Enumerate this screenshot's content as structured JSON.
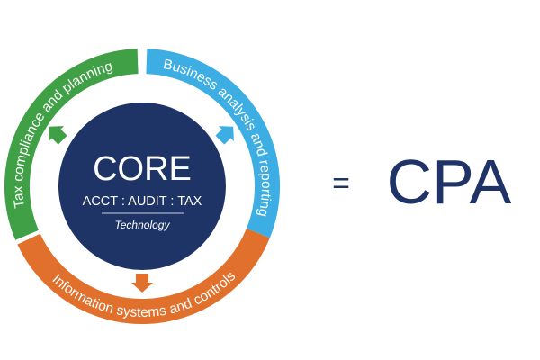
{
  "core": {
    "title": "CORE",
    "subtitle": "ACCT : AUDIT : TAX",
    "footer": "Technology"
  },
  "segments": [
    {
      "label": "Tax compliance and planning",
      "color": "#3fa046",
      "arrow": "up-left"
    },
    {
      "label": "Business analysis and reporting",
      "color": "#3daee3",
      "arrow": "up-right"
    },
    {
      "label": "Information systems and controls",
      "color": "#e0702b",
      "arrow": "down"
    }
  ],
  "equals": "=",
  "result": "CPA",
  "colors": {
    "navy": "#1e3466",
    "text": "#1f3366"
  }
}
